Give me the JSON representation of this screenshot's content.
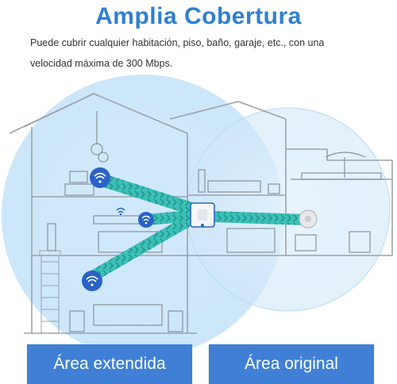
{
  "title": "Amplia Cobertura",
  "description": {
    "line1": "Puede cubrir cualquier habitación, piso, baño, garaje, etc., con una",
    "line2": "velocidad máxima de 300 Mbps."
  },
  "buttons": {
    "extended": "Área extendida",
    "original": "Área original"
  },
  "colors": {
    "accent": "#2f7fd2",
    "button": "#3f80d6",
    "beam": "#3bbfb6",
    "wifi_node": "#2a63c7"
  }
}
